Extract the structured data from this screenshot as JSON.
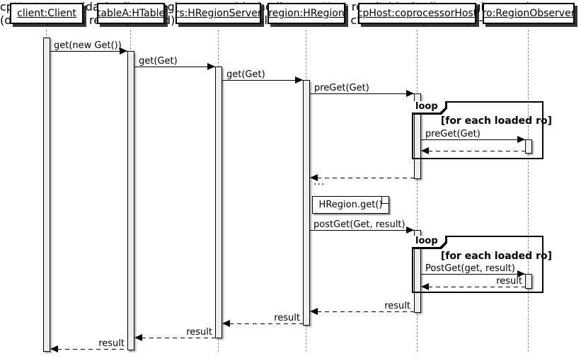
{
  "participants": [
    {
      "label": "client:Client"
    },
    {
      "label": "tableA:HTable"
    },
    {
      "label": "rs:HRegionServer"
    },
    {
      "label": "region:HRegion"
    },
    {
      "label": "cpHost:coprocessorHost"
    },
    {
      "label": "ro:RegionObserver"
    }
  ],
  "messages": {
    "client_get": "get(new Get())",
    "table_get": "get(Get)",
    "rs_get": "get(Get)",
    "preget_cphost": "preGet(Get)",
    "preget_ro": "preGet(Get)",
    "postget_cphost": "postGet(Get, result)",
    "postget_ro": "PostGet(get, result)",
    "result_from_ro": "result",
    "result_from_cphost": "result",
    "result_from_region": "result",
    "result_from_rs": "result",
    "result_from_table": "result"
  },
  "loops": [
    {
      "keyword": "loop",
      "guard": "[for each loaded ro]"
    },
    {
      "keyword": "loop",
      "guard": "[for each loaded ro]"
    }
  ],
  "note": {
    "text": "HRegion.get()"
  },
  "ellipsis": "...",
  "colors": {
    "border": "#000000",
    "activation_fill": "#eeeeee",
    "lifeline": "#8c8c8c",
    "background": "#ffffff"
  }
}
